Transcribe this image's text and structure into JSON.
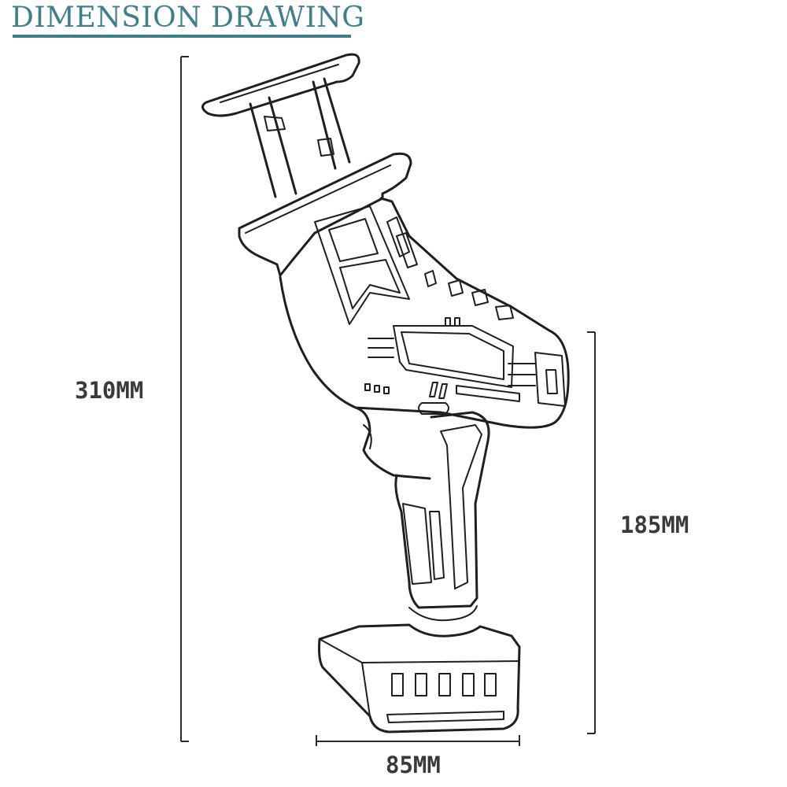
{
  "title": "DIMENSION DRAWING",
  "colors": {
    "title": "#3f7f8b",
    "line": "#1f1f1f",
    "label": "#3a3a3a"
  },
  "dimensions": {
    "overall_height": "310MM",
    "grip_height": "185MM",
    "width": "85MM"
  }
}
